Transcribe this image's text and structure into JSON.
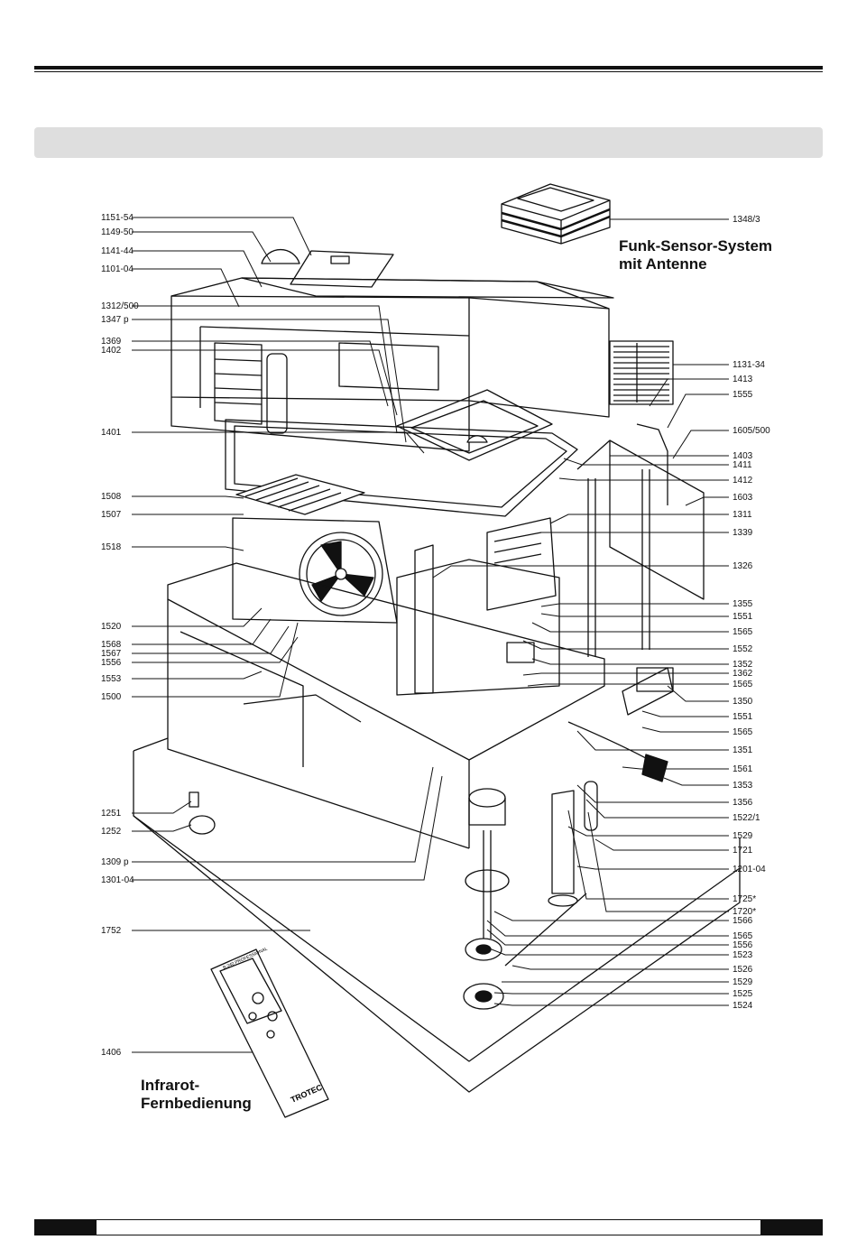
{
  "labels_left": [
    "1151-54",
    "1149-50",
    "1141-44",
    "1101-04",
    "1312/500",
    "1347 p",
    "1369",
    "1402",
    "1401",
    "1508",
    "1507",
    "1518",
    "1520",
    "1568",
    "1567",
    "1556",
    "1553",
    "1500",
    "1251",
    "1252",
    "1309 p",
    "1301-04",
    "1752",
    "1406"
  ],
  "labels_right": [
    "1348/3",
    "1131-34",
    "1413",
    "1555",
    "1605/500",
    "1403",
    "1411",
    "1412",
    "1603",
    "1311",
    "1339",
    "1326",
    "1355",
    "1551",
    "1565",
    "1552",
    "1352",
    "1362",
    "1565",
    "1350",
    "1551",
    "1565",
    "1351",
    "1561",
    "1353",
    "1356",
    "1522/1",
    "1529",
    "1721",
    "1201-04",
    "1725*",
    "1720*",
    "1566",
    "1565",
    "1556",
    "1523",
    "1526",
    "1529",
    "1525",
    "1524"
  ],
  "captions": {
    "sensor_line1": "Funk-Sensor-System",
    "sensor_line2": "mit Antenne",
    "remote_line1": "Infrarot-",
    "remote_line2": "Fernbedienung"
  },
  "remote": {
    "model": "B 240 PROFESSIONAL",
    "brand": "TROTEC"
  }
}
